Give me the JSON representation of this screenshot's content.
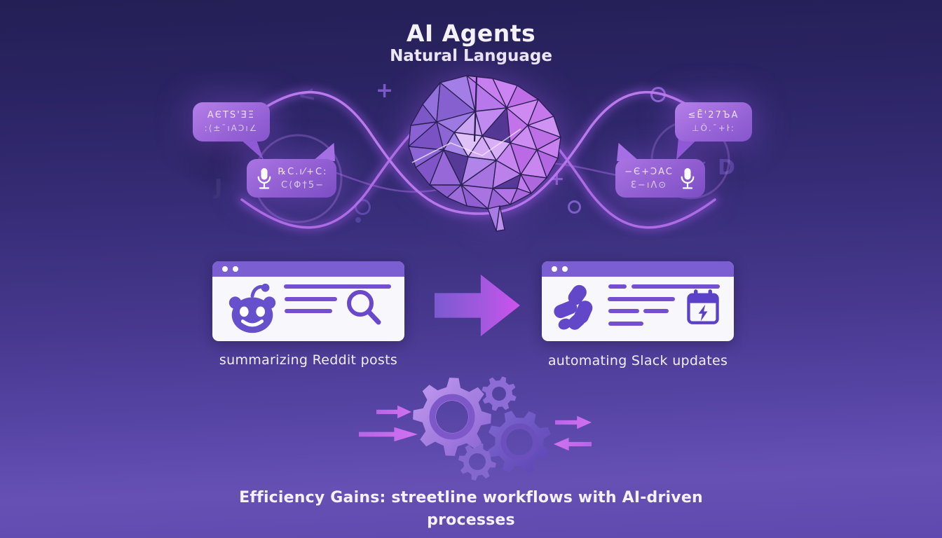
{
  "header": {
    "title": "AI Agents",
    "subtitle": "Natural Language"
  },
  "speech_bubbles": {
    "left_top": {
      "line1": "AЄTS'ƎΞ",
      "line2": ":⟨±¯ıAƆı∠"
    },
    "left_mic": {
      "line1": "℞C.ı⁄+C:",
      "line2": "C⟨Φ†5−"
    },
    "right_top": {
      "line1": "≤Ē'27ЪA",
      "line2": "⊥Ō.¯+ŀ:"
    },
    "right_mic": {
      "line1": "−Є+ƆAC",
      "line2": "Ɛ−ıΛ⊙"
    }
  },
  "workflow": {
    "left_caption": "summarizing Reddit posts",
    "right_caption": "automating Slack updates"
  },
  "footer": {
    "caption": "Efficiency Gains: streetline workflows with AI-driven processes"
  },
  "decor": {
    "less_than": "<",
    "plus_left": "+",
    "plus_right": "+",
    "letter_d": "D",
    "letter_j": "J"
  },
  "colors": {
    "background_top": "#241f55",
    "background_bottom": "#6650b4",
    "window_titlebar": "#7b5ed2",
    "window_icon": "#5b40c8",
    "bubble_purple": "#9a66d8",
    "arrow_magenta": "#cf52ee",
    "wave_glow": "#c07ef0",
    "text_white": "#f4f1fb"
  }
}
